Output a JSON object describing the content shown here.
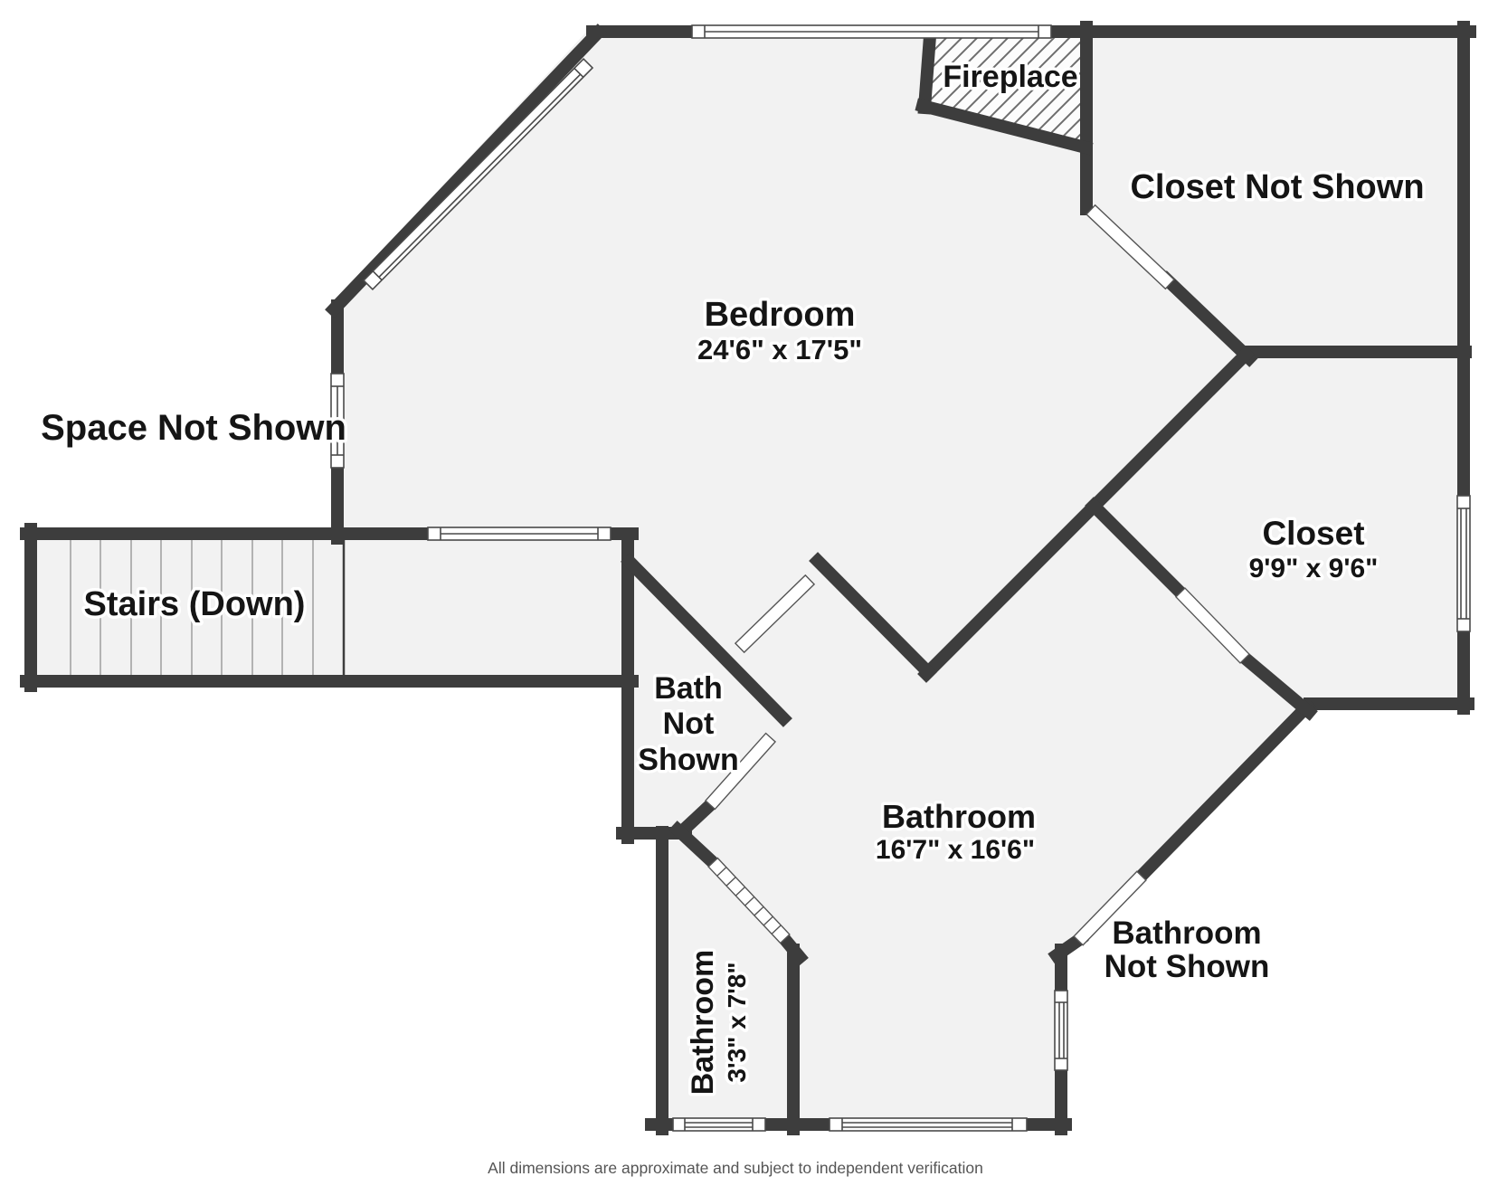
{
  "plan": {
    "wall_color": "#3d3d3d",
    "floor_color": "#f2f2f2",
    "hatch_color": "#6e6e6e",
    "window_line_color": "#4a4a4a",
    "tread_color": "#a3a3a3",
    "rooms": [
      {
        "id": "bedroom",
        "name": "Bedroom",
        "dimensions": "24'6\" x 17'5\""
      },
      {
        "id": "bathroom",
        "name": "Bathroom",
        "dimensions": "16'7\" x 16'6\""
      },
      {
        "id": "closet",
        "name": "Closet",
        "dimensions": "9'9\" x 9'6\""
      },
      {
        "id": "bathroom-small",
        "name": "Bathroom",
        "dimensions": "3'3\" x 7'8\""
      }
    ],
    "features": [
      {
        "id": "fireplace",
        "label": "Fireplace"
      },
      {
        "id": "stairs",
        "label": "Stairs (Down)"
      }
    ],
    "unshown": [
      {
        "id": "space-not-shown",
        "label": "Space Not Shown"
      },
      {
        "id": "closet-not-shown",
        "label": "Closet Not Shown"
      },
      {
        "id": "bath-not-shown",
        "label": "Bath Not Shown",
        "lines": [
          "Bath",
          "Not",
          "Shown"
        ]
      },
      {
        "id": "bathroom-not-shown",
        "label": "Bathroom Not Shown",
        "lines": [
          "Bathroom",
          "Not Shown"
        ]
      }
    ]
  },
  "footer": {
    "disclaimer": "All dimensions are approximate and subject to independent verification"
  }
}
